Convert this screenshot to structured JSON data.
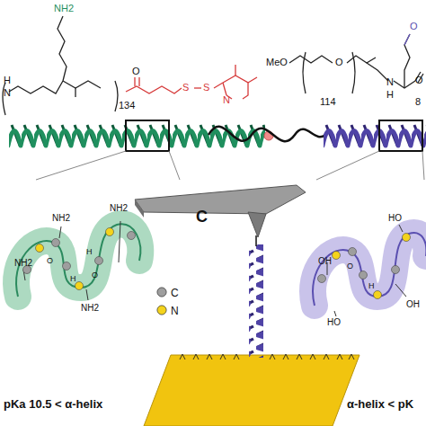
{
  "diagram": {
    "labels": [
      "NH2",
      "H",
      "N",
      "134",
      "O",
      "S",
      "S",
      "N",
      "MeO",
      "O",
      "114",
      "O",
      "H",
      "N",
      "O",
      "8",
      "C",
      "NH2",
      "NH2",
      "NH2",
      "NH2",
      "O",
      "H",
      "O",
      "H",
      "HO",
      "OH",
      "OH",
      "HO",
      "O",
      "H",
      "pKa 10.5 < α-helix",
      "α-helix < pK"
    ],
    "legend": [
      {
        "text": "C",
        "color": "#9e9e9e"
      },
      {
        "text": "N",
        "color": "#f4d31c"
      }
    ]
  }
}
